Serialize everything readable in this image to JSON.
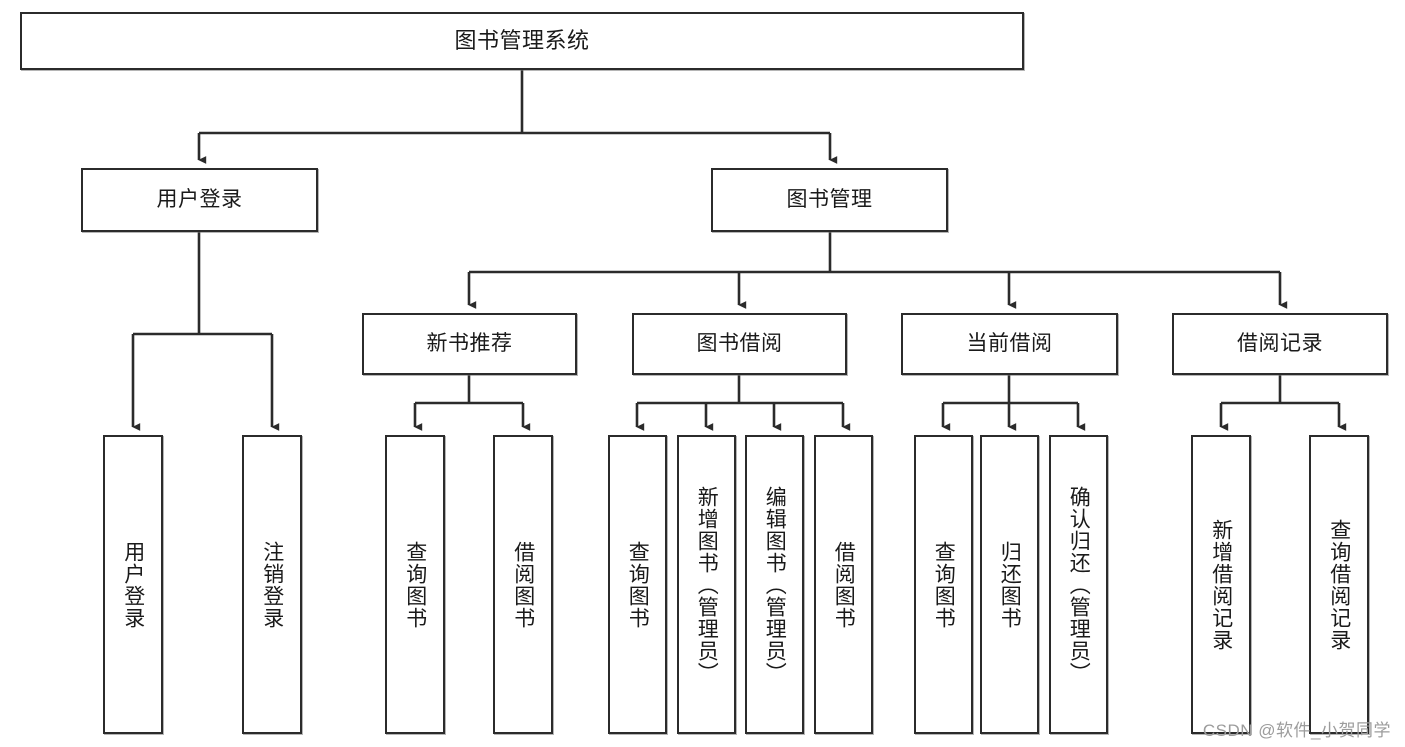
{
  "diagram": {
    "title": "图书管理系统",
    "type": "hierarchy-tree",
    "orientation": "top-down",
    "style": {
      "box_fill": "#ffffff",
      "box_border": "#2b2b2b",
      "connector_color": "#2b2b2b",
      "text_color": "#1a1a1a",
      "background": "#ffffff",
      "watermark_color": "#9c9c9c"
    },
    "levels": [
      {
        "level": 1,
        "nodes": [
          {
            "id": "root",
            "label": "图书管理系统",
            "text_layout": "horizontal"
          }
        ]
      },
      {
        "level": 2,
        "nodes": [
          {
            "id": "user-login",
            "label": "用户登录",
            "text_layout": "horizontal"
          },
          {
            "id": "book-manage",
            "label": "图书管理",
            "text_layout": "horizontal"
          }
        ]
      },
      {
        "level": 3,
        "nodes": [
          {
            "id": "new-book-rec",
            "label": "新书推荐",
            "text_layout": "horizontal"
          },
          {
            "id": "book-borrow",
            "label": "图书借阅",
            "text_layout": "horizontal"
          },
          {
            "id": "current-borrow",
            "label": "当前借阅",
            "text_layout": "horizontal"
          },
          {
            "id": "borrow-record",
            "label": "借阅记录",
            "text_layout": "horizontal"
          }
        ]
      },
      {
        "level": 4,
        "nodes": [
          {
            "id": "leaf-user-login",
            "label": "用户登录",
            "text_layout": "vertical",
            "parent": "user-login"
          },
          {
            "id": "leaf-user-logout",
            "label": "注销登录",
            "text_layout": "vertical",
            "parent": "user-login"
          },
          {
            "id": "leaf-query-book-1",
            "label": "查询图书",
            "text_layout": "vertical",
            "parent": "new-book-rec"
          },
          {
            "id": "leaf-borrow-book-1",
            "label": "借阅图书",
            "text_layout": "vertical",
            "parent": "new-book-rec"
          },
          {
            "id": "leaf-query-book-2",
            "label": "查询图书",
            "text_layout": "vertical",
            "parent": "book-borrow"
          },
          {
            "id": "leaf-add-book",
            "label": "新增图书（管理员）",
            "text_layout": "vertical",
            "parent": "book-borrow"
          },
          {
            "id": "leaf-edit-book",
            "label": "编辑图书（管理员）",
            "text_layout": "vertical",
            "parent": "book-borrow"
          },
          {
            "id": "leaf-borrow-book-2",
            "label": "借阅图书",
            "text_layout": "vertical",
            "parent": "book-borrow"
          },
          {
            "id": "leaf-query-book-3",
            "label": "查询图书",
            "text_layout": "vertical",
            "parent": "current-borrow"
          },
          {
            "id": "leaf-return-book",
            "label": "归还图书",
            "text_layout": "vertical",
            "parent": "current-borrow"
          },
          {
            "id": "leaf-confirm-return",
            "label": "确认归还（管理员）",
            "text_layout": "vertical",
            "parent": "current-borrow"
          },
          {
            "id": "leaf-add-record",
            "label": "新增借阅记录",
            "text_layout": "vertical",
            "parent": "borrow-record"
          },
          {
            "id": "leaf-query-record",
            "label": "查询借阅记录",
            "text_layout": "vertical",
            "parent": "borrow-record"
          }
        ]
      }
    ]
  },
  "watermark": {
    "text": "CSDN @软件_小贺同学"
  }
}
